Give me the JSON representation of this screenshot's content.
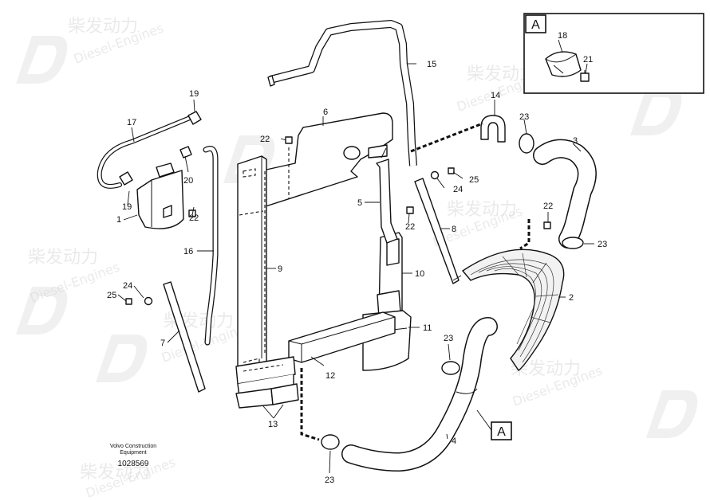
{
  "watermark": {
    "brand_cn": "柴发动力",
    "brand_en": "Diesel-Engines"
  },
  "detail": {
    "label": "A"
  },
  "callouts": {
    "p1": "1",
    "p2": "2",
    "p3": "3",
    "p4": "4",
    "p5": "5",
    "p6": "6",
    "p7": "7",
    "p8": "8",
    "p9": "9",
    "p10": "10",
    "p11": "11",
    "p12": "12",
    "p13": "13",
    "p14": "14",
    "p15": "15",
    "p16": "16",
    "p17": "17",
    "p18": "18",
    "p19a": "19",
    "p19b": "19",
    "p20": "20",
    "p21": "21",
    "p22a": "22",
    "p22b": "22",
    "p22c": "22",
    "p22d": "22",
    "p23a": "23",
    "p23b": "23",
    "p23c": "23",
    "p23d": "23",
    "p24a": "24",
    "p24b": "24",
    "p25a": "25",
    "p25b": "25"
  },
  "credit": {
    "line1": "Volvo Construction",
    "line2": "Equipment",
    "doc_number": "1028569"
  },
  "colors": {
    "line": "#111111",
    "watermark": "#d9d9d9",
    "background": "#ffffff"
  }
}
